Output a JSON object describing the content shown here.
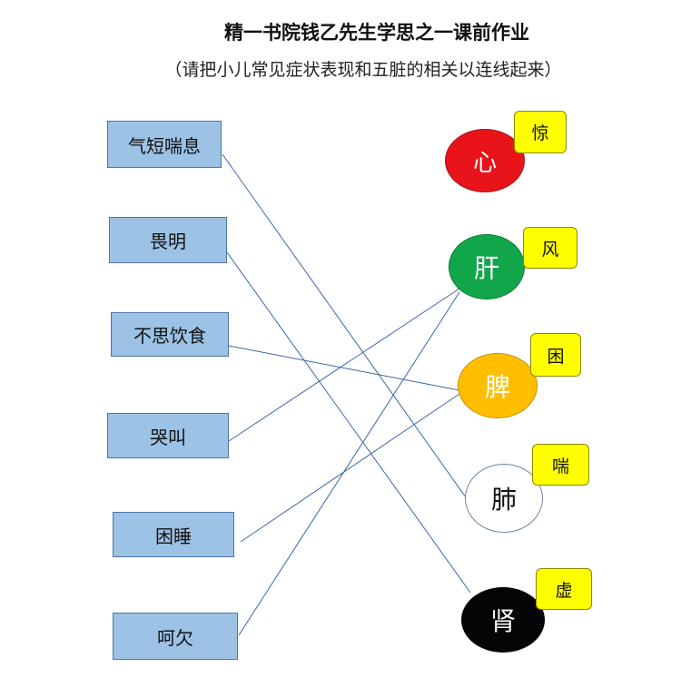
{
  "title": "精一书院钱乙先生学思之一课前作业",
  "subtitle": "（请把小儿常见症状表现和五脏的相关以连线起来）",
  "symptoms": [
    {
      "label": "气短喘息"
    },
    {
      "label": "畏明"
    },
    {
      "label": "不思饮食"
    },
    {
      "label": "哭叫"
    },
    {
      "label": "困睡"
    },
    {
      "label": "呵欠"
    }
  ],
  "organs": [
    {
      "label": "心",
      "tag": "惊",
      "fill": "#e8141a",
      "text_color": "#ffffff"
    },
    {
      "label": "肝",
      "tag": "风",
      "fill": "#12a64a",
      "text_color": "#ffffff"
    },
    {
      "label": "脾",
      "tag": "困",
      "fill": "#ffbf00",
      "text_color": "#ffffff"
    },
    {
      "label": "肺",
      "tag": "喘",
      "fill": "#ffffff",
      "text_color": "#111111"
    },
    {
      "label": "肾",
      "tag": "虚",
      "fill": "#050505",
      "text_color": "#ffffff"
    }
  ],
  "connections": [
    {
      "from": "气短喘息",
      "to": "肺"
    },
    {
      "from": "畏明",
      "to": "肾"
    },
    {
      "from": "不思饮食",
      "to": "脾"
    },
    {
      "from": "哭叫",
      "to": "肝"
    },
    {
      "from": "困睡",
      "to": "脾"
    },
    {
      "from": "呵欠",
      "to": "肝"
    }
  ],
  "colors": {
    "box_fill": "#9cc2e5",
    "box_border": "#4d76a8",
    "tag_fill": "#ffff00",
    "line": "#3a66a8"
  }
}
